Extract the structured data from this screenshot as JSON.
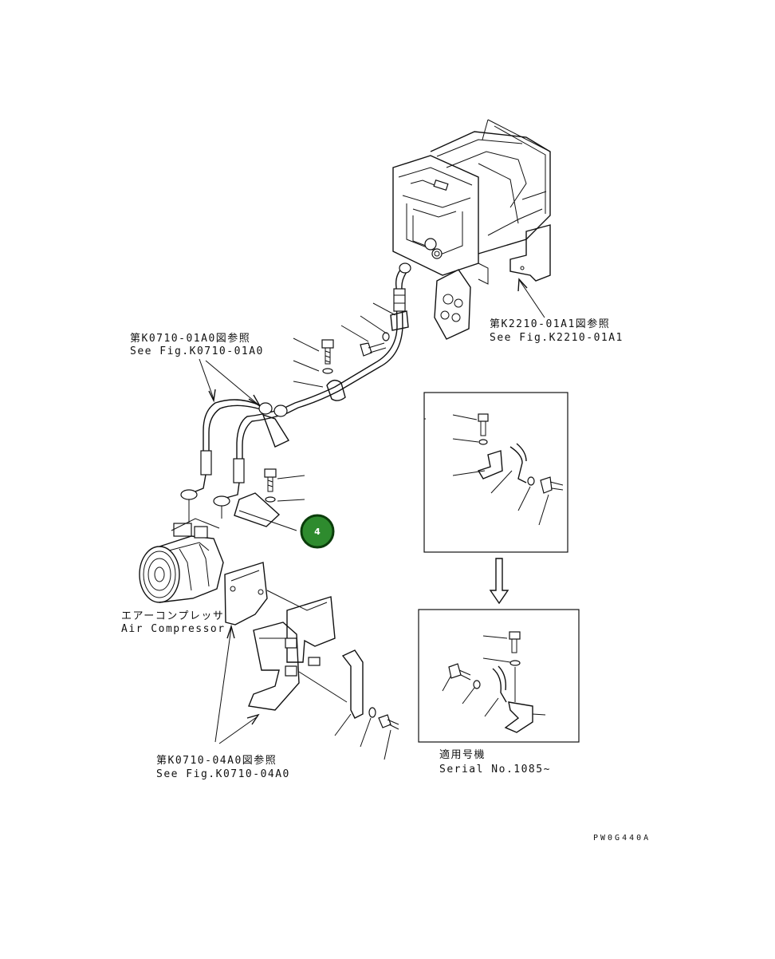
{
  "references": {
    "k0710_01a0": {
      "jp": "第K0710-01A0図参照",
      "en": "See Fig.K0710-01A0"
    },
    "k2210_01a1": {
      "jp": "第K2210-01A1図参照",
      "en": "See Fig.K2210-01A1"
    },
    "k0710_04a0": {
      "jp": "第K0710-04A0図参照",
      "en": "See Fig.K0710-04A0"
    }
  },
  "compressor": {
    "jp": "エアーコンプレッサ",
    "en": "Air Compressor"
  },
  "serial": {
    "jp": "適用号機",
    "en": "Serial No.1085~"
  },
  "drawing_code": "PW0G440A",
  "callout": {
    "number": "4",
    "color": "#2e8b2e",
    "border": "#0b3d0b"
  }
}
